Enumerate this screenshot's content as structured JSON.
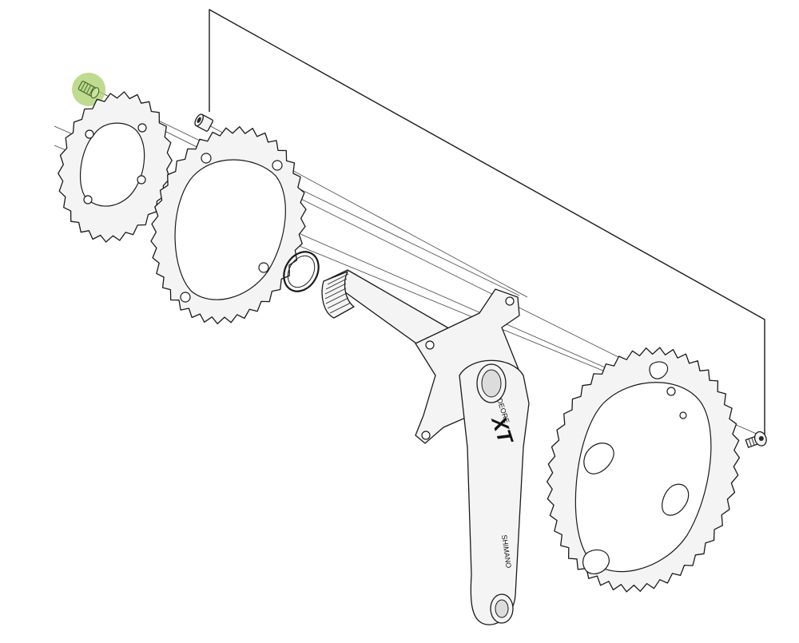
{
  "diagram": {
    "highlight_color": "#a8cf6a",
    "line_color": "#1a1a1a",
    "parts": [
      {
        "name": "chainring-fixing-bolt-highlighted",
        "highlighted": true
      },
      {
        "name": "small-chainring"
      },
      {
        "name": "chainring-bolt-nut"
      },
      {
        "name": "middle-chainring"
      },
      {
        "name": "bottom-bracket-spacer-ring"
      },
      {
        "name": "crank-arm-right-with-axle"
      },
      {
        "name": "large-chainring"
      },
      {
        "name": "chainring-bolt"
      }
    ],
    "crank_label": "SHIMANO",
    "crank_logo": "XT",
    "crank_small_text": "DEORE"
  }
}
